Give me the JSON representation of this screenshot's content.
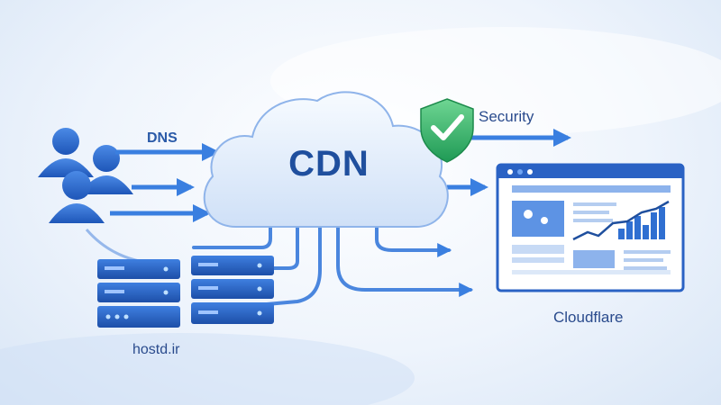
{
  "diagram": {
    "center_label": "CDN",
    "dns_label": "DNS",
    "security_label": "Security",
    "cloudflare_label": "Cloudflare",
    "brand_label": "hostd.ir"
  },
  "colors": {
    "primary_blue": "#2f6fd1",
    "dark_blue": "#1f4f9e",
    "arrow_blue": "#3a7fe0",
    "shield_green": "#35b36a",
    "cloud_fill": "#e3eefc"
  }
}
